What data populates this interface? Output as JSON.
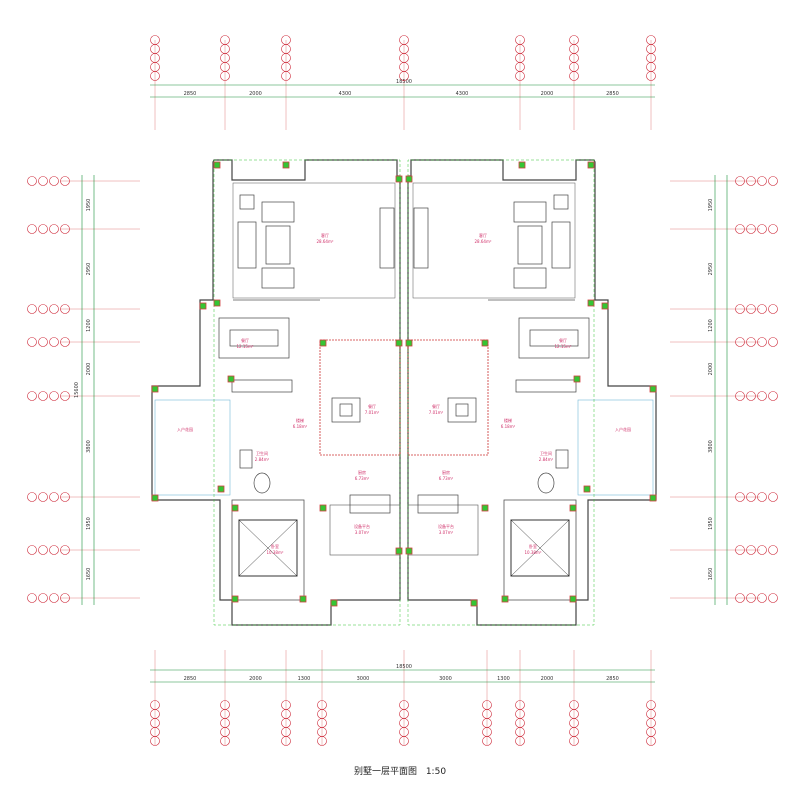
{
  "drawing": {
    "title": "别墅一层平面图",
    "scale": "1:50"
  },
  "colors": {
    "grid": "#e08080",
    "dimension": "#1a8f3a",
    "bubble": "#c23",
    "wall": "#444444",
    "room_label": "#d0306a",
    "column_fill": "#34c534",
    "column_mark": "#d04040"
  },
  "dimensions": {
    "top_overall": "18500",
    "top_segments": [
      "2850",
      "2000",
      "4300",
      "4300",
      "2000",
      "2850"
    ],
    "bottom_overall": "18500",
    "bottom_segments": [
      "2850",
      "2000",
      "1300",
      "3000",
      "3000",
      "1300",
      "2000",
      "2850"
    ],
    "left_overall": "15600",
    "left_segments": [
      "1950",
      "2950",
      "1200",
      "2000",
      "3800",
      "1950",
      "1650"
    ],
    "right_segments": [
      "1950",
      "2950",
      "1200",
      "2000",
      "3800",
      "1950",
      "1650"
    ]
  },
  "rooms": {
    "left": [
      {
        "name": "客厅",
        "area": "28.64m²"
      },
      {
        "name": "餐厅",
        "area": "12.15m²"
      },
      {
        "name": "餐厅",
        "area": "7.01m²"
      },
      {
        "name": "厨房",
        "area": "6.73m²"
      },
      {
        "name": "楼梯",
        "area": "6.18m²"
      },
      {
        "name": "入户花园",
        "area": ""
      },
      {
        "name": "卫生间",
        "area": "2.84m²"
      },
      {
        "name": "卧室",
        "area": "10.38m²"
      },
      {
        "name": "设备平台",
        "area": "3.07m²"
      }
    ],
    "right": [
      {
        "name": "客厅",
        "area": "28.64m²"
      },
      {
        "name": "餐厅",
        "area": "12.15m²"
      },
      {
        "name": "餐厅",
        "area": "7.01m²"
      },
      {
        "name": "厨房",
        "area": "6.73m²"
      },
      {
        "name": "楼梯",
        "area": "6.18m²"
      },
      {
        "name": "入户花园",
        "area": ""
      },
      {
        "name": "卫生间",
        "area": "2.84m²"
      },
      {
        "name": "卧室",
        "area": "10.38m²"
      },
      {
        "name": "设备平台",
        "area": "3.07m²"
      }
    ]
  }
}
